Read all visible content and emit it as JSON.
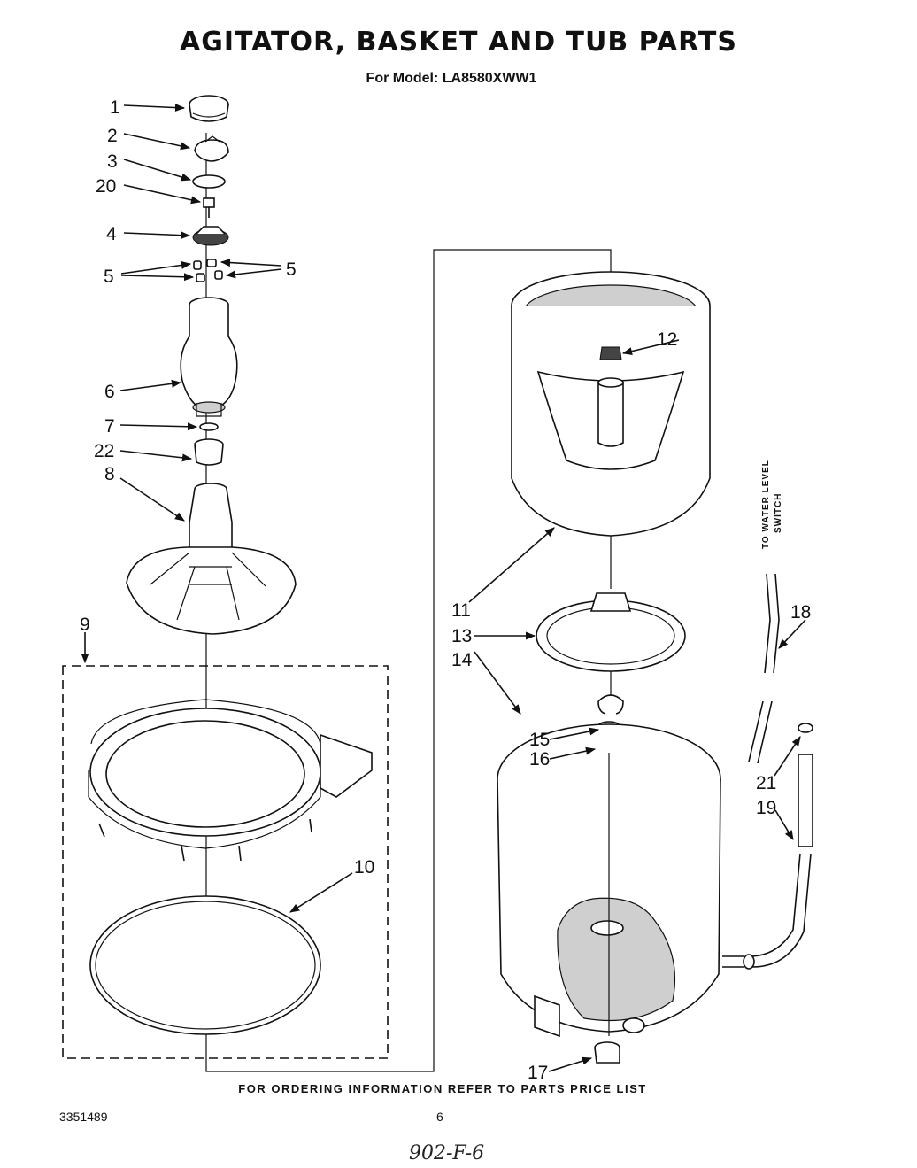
{
  "title": "AGITATOR, BASKET AND TUB PARTS",
  "subtitle": "For Model: LA8580XWW1",
  "part_numbers": {
    "p1": "1",
    "p2": "2",
    "p3": "3",
    "p20": "20",
    "p4": "4",
    "p5a": "5",
    "p5b": "5",
    "p6": "6",
    "p7": "7",
    "p22": "22",
    "p8": "8",
    "p9": "9",
    "p10": "10",
    "p11": "11",
    "p12": "12",
    "p13": "13",
    "p14": "14",
    "p15": "15",
    "p16": "16",
    "p17": "17",
    "p18": "18",
    "p19": "19",
    "p21": "21"
  },
  "side_label": {
    "line1": "TO WATER LEVEL",
    "line2": "SWITCH"
  },
  "footer": "FOR ORDERING INFORMATION REFER TO PARTS PRICE LIST",
  "doc_number": "3351489",
  "page_number": "6",
  "handwritten_note": "902-F-6"
}
